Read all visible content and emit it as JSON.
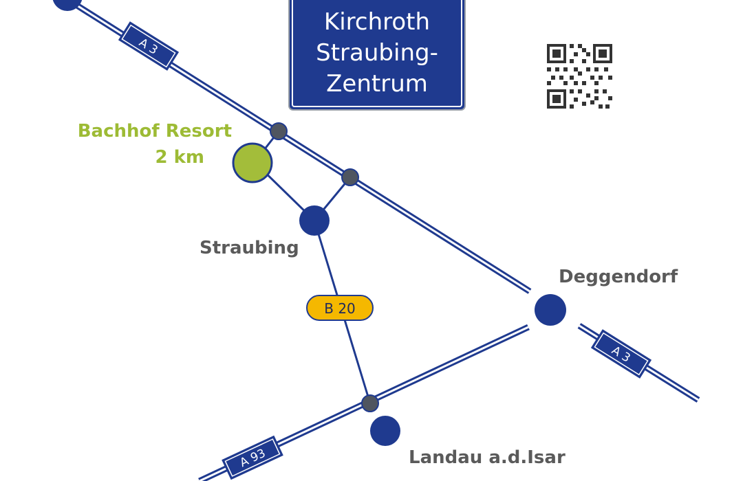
{
  "sign": {
    "line1": "Kirchroth",
    "line2": "Straubing-",
    "line3": "Zentrum"
  },
  "resort": {
    "name": "Bachhof Resort",
    "distance": "2 km"
  },
  "cities": {
    "straubing": "Straubing",
    "deggendorf": "Deggendorf",
    "landau": "Landau a.d.Isar"
  },
  "roads": {
    "a3": "A 3",
    "a93": "A 93",
    "b20": "B 20"
  },
  "colors": {
    "blue": "#1f3a8f",
    "green": "#a3bd3a",
    "grey": "#4f5560",
    "yellow": "#f5b800"
  },
  "icons": {
    "qr": "qr-code-icon"
  }
}
